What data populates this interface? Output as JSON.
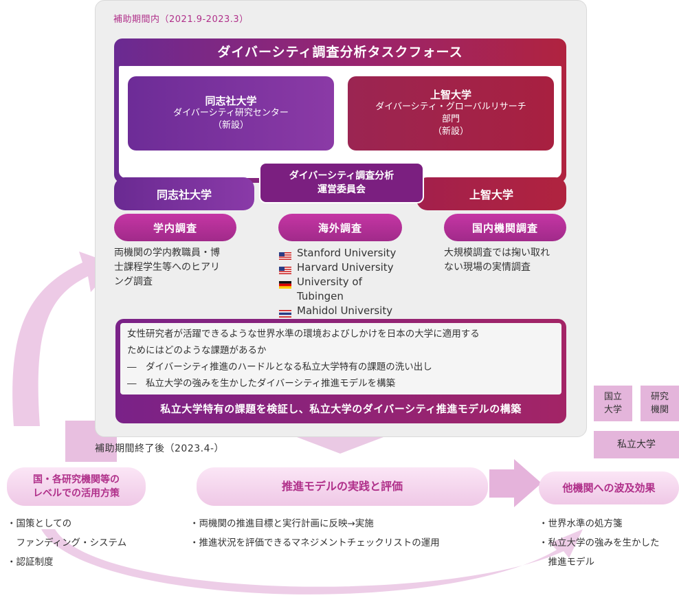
{
  "period_in": "補助期間内（2021.9-2023.3）",
  "taskforce": {
    "title": "ダイバーシティ調査分析タスクフォース",
    "doshisha_unit": {
      "line1": "同志社大学",
      "line2": "ダイバーシティ研究センター",
      "line3": "（新設）"
    },
    "sophia_unit": {
      "line1": "上智大学",
      "line2": "ダイバーシティ・グローバルリサーチ",
      "line3": "部門",
      "line4": "（新設）"
    }
  },
  "committee": {
    "line1": "ダイバーシティ調査分析",
    "line2": "運営委員会"
  },
  "doshisha": "同志社大学",
  "sophia": "上智大学",
  "surveys": {
    "internal": {
      "label": "学内調査",
      "desc1": "両機関の学内教職員・博",
      "desc2": "士課程学生等へのヒアリ",
      "desc3": "ング調査"
    },
    "overseas": {
      "label": "海外調査",
      "universities": [
        {
          "name": "Stanford University",
          "flag": "us"
        },
        {
          "name": "Harvard University",
          "flag": "us"
        },
        {
          "name": "University of",
          "flag": "de"
        },
        {
          "name": "Tubingen",
          "flag": "none"
        },
        {
          "name": "Mahidol University",
          "flag": "th"
        }
      ]
    },
    "domestic": {
      "label": "国内機関調査",
      "desc1": "大規模調査では掬い取れ",
      "desc2": "ない現場の実情調査"
    }
  },
  "issues": {
    "line1": "女性研究者が活躍できるような世界水準の環境およびしかけを日本の大学に適用する",
    "line2": "ためにはどのような課題があるか",
    "line3": "―　ダイバーシティ推進のハードルとなる私立大学特有の課題の洗い出し",
    "line4": "―　私立大学の強みを生かしたダイバーシティ推進モデルを構築",
    "footer": "私立大学特有の課題を検証し、私立大学のダイバーシティ推進モデルの構築"
  },
  "period_after": "補助期間終了後（2023.4-）",
  "boxes": {
    "national_univ": "国立\n大学",
    "research_inst": "研究\n機関",
    "private_univ": "私立大学"
  },
  "outcomes": {
    "national": {
      "line1": "国・各研究機関等の",
      "line2": "レベルでの活用方策",
      "b1": "・国策としての",
      "b2": "　ファンディング・システム",
      "b3": "・認証制度"
    },
    "practice": {
      "label": "推進モデルの実践と評価",
      "b1": "・両機関の推進目標と実行計画に反映→実施",
      "b2": "・推進状況を評価できるマネジメントチェックリストの運用"
    },
    "spread": {
      "label": "他機関への波及効果",
      "b1": "・世界水準の処方箋",
      "b2": "・私立大学の強みを生かした",
      "b3": "　推進モデル"
    }
  },
  "colors": {
    "accent": "#b0308a",
    "purple": "#6a2a92",
    "crimson": "#b0233f",
    "soft_pink": "#f0c9e8"
  }
}
